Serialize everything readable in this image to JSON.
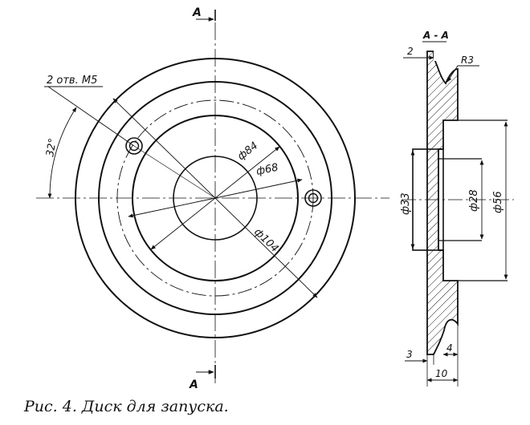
{
  "labels": {
    "section_top": "A",
    "section_bottom": "A",
    "section_title": "A - A",
    "holes": "2 отв. М5",
    "angle": "32°",
    "d84": "ф84",
    "d68": "ф68",
    "d104": "ф104",
    "d33": "ф33",
    "d28": "ф28",
    "d56": "ф56",
    "r3": "R3",
    "dim2": "2",
    "dim3": "3",
    "dim4": "4",
    "dim10": "10"
  },
  "caption": "Рис. 4. Диск для запуска."
}
